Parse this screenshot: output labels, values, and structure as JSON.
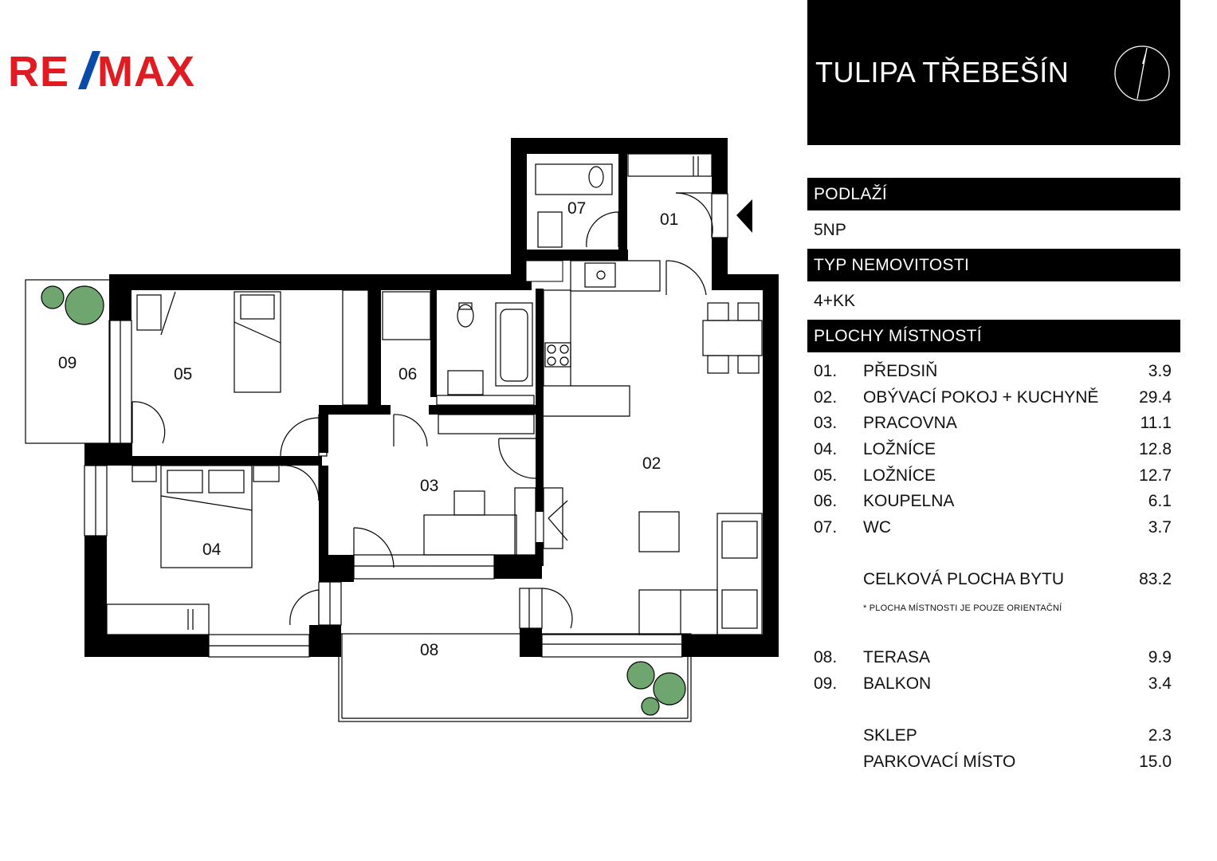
{
  "brand": {
    "logo_text": "RE/MAX",
    "red": "#e11b22",
    "blue": "#0a4aa8"
  },
  "project": {
    "title": "TULIPA TŘEBEŠÍN",
    "compass_icon": "north-arrow-icon"
  },
  "floor": {
    "label": "PODLAŽÍ",
    "value": "5NP"
  },
  "property_type": {
    "label": "TYP NEMOVITOSTI",
    "value": "4+KK"
  },
  "rooms_header": "PLOCHY MÍSTNOSTÍ",
  "rooms": [
    {
      "num": "01.",
      "name": "PŘEDSIŇ",
      "area": "3.9"
    },
    {
      "num": "02.",
      "name": "OBÝVACÍ POKOJ + KUCHYNĚ",
      "area": "29.4"
    },
    {
      "num": "03.",
      "name": "PRACOVNA",
      "area": "11.1"
    },
    {
      "num": "04.",
      "name": "LOŽNÍCE",
      "area": "12.8"
    },
    {
      "num": "05.",
      "name": "LOŽNÍCE",
      "area": "12.7"
    },
    {
      "num": "06.",
      "name": "KOUPELNA",
      "area": "6.1"
    },
    {
      "num": "07.",
      "name": "WC",
      "area": "3.7"
    }
  ],
  "total": {
    "label": "CELKOVÁ PLOCHA BYTU",
    "area": "83.2"
  },
  "note": "* PLOCHA MÍSTNOSTI JE POUZE ORIENTAČNÍ",
  "outdoor": [
    {
      "num": "08.",
      "name": "TERASA",
      "area": "9.9"
    },
    {
      "num": "09.",
      "name": "BALKON",
      "area": "3.4"
    }
  ],
  "extras": [
    {
      "name": "SKLEP",
      "area": "2.3"
    },
    {
      "name": "PARKOVACÍ MÍSTO",
      "area": "15.0"
    }
  ],
  "plan_labels": {
    "r01": "01",
    "r02": "02",
    "r03": "03",
    "r04": "04",
    "r05": "05",
    "r06": "06",
    "r07": "07",
    "r08": "08",
    "r09": "09"
  },
  "colors": {
    "wall": "#000000",
    "plant": "#6fa56f",
    "panel_bg": "#000000"
  }
}
